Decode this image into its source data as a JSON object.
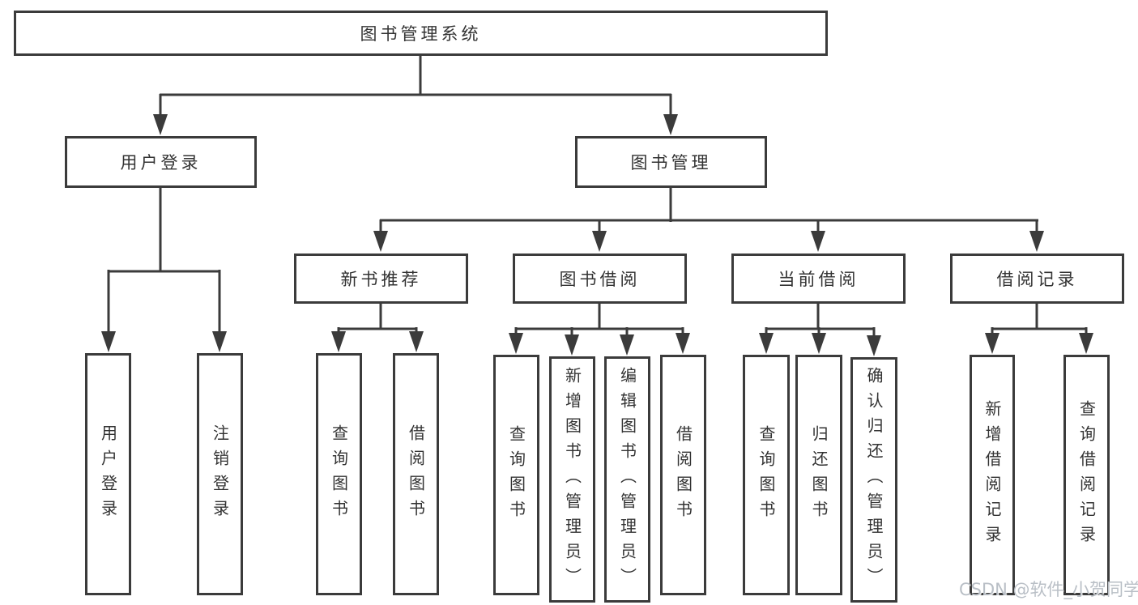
{
  "tree": {
    "label": "图书管理系统",
    "children": [
      {
        "label": "用户登录",
        "children": [
          {
            "label": "用户登录"
          },
          {
            "label": "注销登录"
          }
        ]
      },
      {
        "label": "图书管理",
        "children": [
          {
            "label": "新书推荐",
            "children": [
              {
                "label": "查询图书"
              },
              {
                "label": "借阅图书"
              }
            ]
          },
          {
            "label": "图书借阅",
            "children": [
              {
                "label": "查询图书"
              },
              {
                "label": "新增图书（管理员）"
              },
              {
                "label": "编辑图书（管理员）"
              },
              {
                "label": "借阅图书"
              }
            ]
          },
          {
            "label": "当前借阅",
            "children": [
              {
                "label": "查询图书"
              },
              {
                "label": "归还图书"
              },
              {
                "label": "确认归还（管理员）"
              }
            ]
          },
          {
            "label": "借阅记录",
            "children": [
              {
                "label": "新增借阅记录"
              },
              {
                "label": "查询借阅记录"
              }
            ]
          }
        ]
      }
    ]
  },
  "watermark": {
    "text": "CSDN @软件_小贺同学"
  },
  "colors": {
    "line": "#3b3b3b",
    "border": "#3b3b3b",
    "text": "#333333",
    "background": "#ffffff",
    "watermark": "#b9bfc6"
  }
}
